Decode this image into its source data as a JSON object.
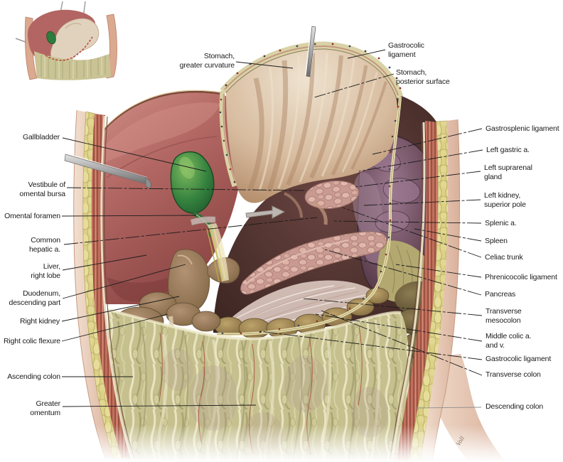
{
  "labels": {
    "stomach_greater_curvature": "Stomach,\ngreater curvature",
    "gastrocolic_ligament_top": "Gastrocolic\nligament",
    "stomach_posterior": "Stomach,\nposterior surface",
    "gallbladder": "Gallbladder",
    "vestibule": "Vestibule of\nomental bursa",
    "omental_foramen": "Omental foramen",
    "common_hepatic": "Common\nhepatic a.",
    "liver_right_lobe": "Liver,\nright lobe",
    "duodenum": "Duodenum,\ndescending part",
    "right_kidney": "Right kidney",
    "right_colic_flexure": "Right colic flexure",
    "ascending_colon": "Ascending colon",
    "greater_omentum": "Greater\nomentum",
    "gastrosplenic": "Gastrosplenic ligament",
    "left_gastric": "Left gastric a.",
    "left_suprarenal": "Left suprarenal\ngland",
    "left_kidney": "Left kidney,\nsuperior pole",
    "splenic_a": "Splenic a.",
    "spleen": "Spleen",
    "celiac_trunk": "Celiac trunk",
    "phrenicocolic": "Phrenicocolic ligament",
    "pancreas": "Pancreas",
    "transverse_mesocolon": "Transverse\nmesocolon",
    "middle_colic": "Middle colic a.\nand v.",
    "gastrocolic_ligament_lower": "Gastrocolic ligament",
    "transverse_colon": "Transverse colon",
    "descending_colon": "Descending colon"
  },
  "signature": "Voll",
  "colors": {
    "liver": "#b26763",
    "gallbladder": "#35823f",
    "stomach": "#d7bb9e",
    "spleen": "#5a3d4d",
    "pancreas": "#c89a92",
    "omentum": "#c6c08f",
    "colon": "#8a6f4d",
    "muscle": "#c0705c",
    "fat": "#dcd187",
    "skin": "#ecd3c0",
    "leader_line": "#1b1b1b",
    "cut_edge": "#e7dfb0",
    "dashed_incision": "#b23026"
  }
}
